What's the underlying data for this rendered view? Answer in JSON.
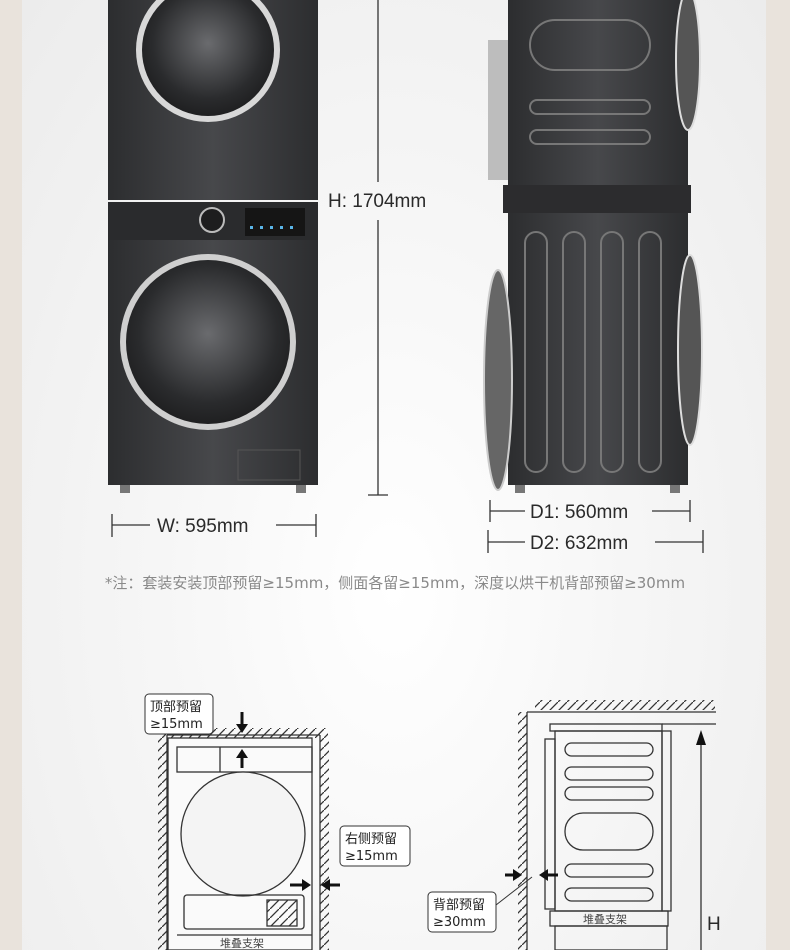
{
  "front_view": {
    "height_label": "H: 1704mm",
    "width_label": "W: 595mm"
  },
  "side_view": {
    "d1_label": "D1: 560mm",
    "d2_label": "D2: 632mm"
  },
  "note": "*注：套装安装顶部预留≥15mm，侧面各留≥15mm，深度以烘干机背部预留≥30mm",
  "front_diagram": {
    "top_clearance_title": "顶部预留",
    "top_clearance_value": "≥15mm",
    "side_clearance_title": "右侧预留",
    "side_clearance_value": "≥15mm",
    "bracket_label": "堆叠支架"
  },
  "side_diagram": {
    "back_clearance_title": "背部预留",
    "back_clearance_value": "≥30mm",
    "bracket_label": "堆叠支架",
    "height_marker": "H"
  },
  "colors": {
    "machine": "#3b3c3e",
    "background": "#e9e3dc",
    "line": "#333333"
  }
}
